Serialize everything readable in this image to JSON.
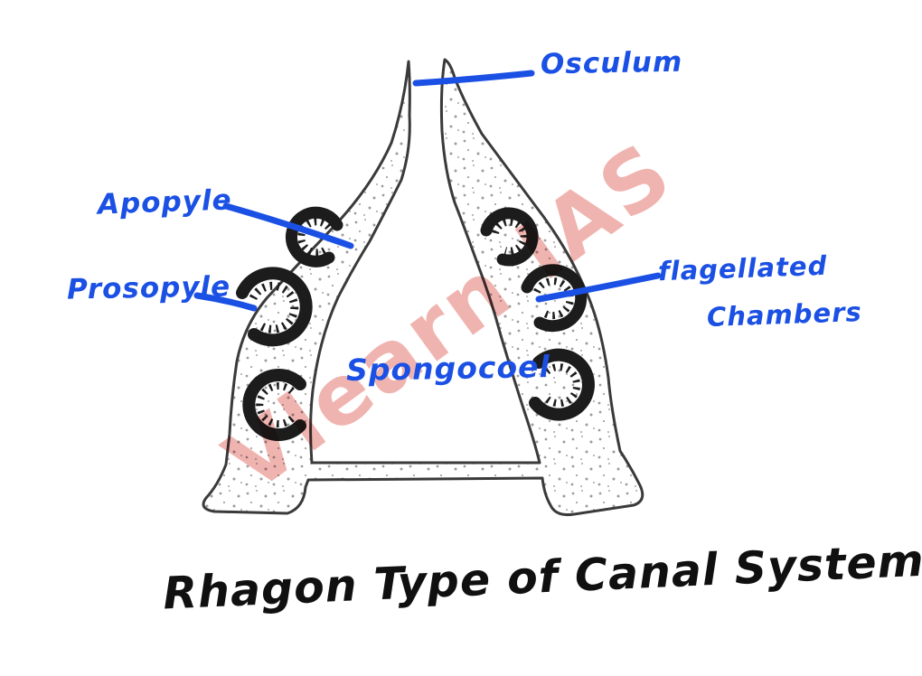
{
  "title": {
    "text": "Rhagon Type of Canal System"
  },
  "watermark": {
    "text": "Vlearn IAS",
    "color": "#e4766e"
  },
  "labels": {
    "osculum": "Osculum",
    "apopyle": "Apopyle",
    "prosopyle": "Prosopyle",
    "flagellated_chambers_line1": "flagellated",
    "flagellated_chambers_line2": "Chambers",
    "spongocoel": "Spongocoel"
  },
  "colors": {
    "label_ink": "#1b50e4",
    "sketch_ink": "#333333",
    "chamber_ink": "#1c1c1c",
    "background": "#ffffff"
  },
  "figure": {
    "type": "hand-drawn biology diagram",
    "subject": "Rhagon type canal system of a sponge (vertical section)",
    "parts": [
      "Osculum",
      "Flagellated Chambers",
      "Apopyle",
      "Prosopyle",
      "Spongocoel"
    ]
  }
}
